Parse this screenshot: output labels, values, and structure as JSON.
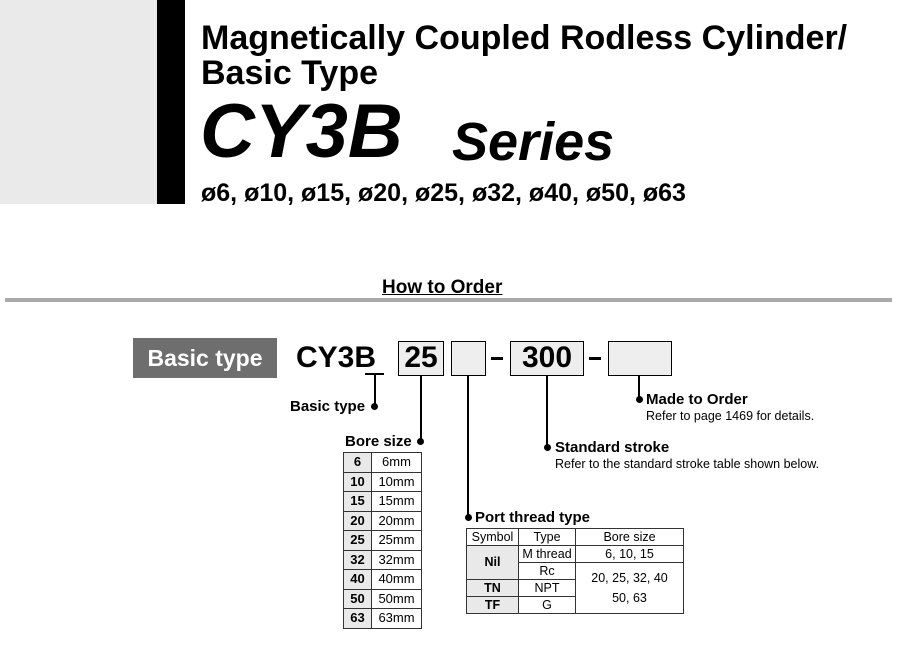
{
  "header": {
    "title_line1": "Magnetically Coupled Rodless Cylinder/",
    "title_line2": "Basic Type",
    "series_code": "CY3B",
    "series_word": "Series",
    "bore_sizes": "ø6, ø10, ø15, ø20, ø25, ø32, ø40, ø50, ø63"
  },
  "how_to_order": {
    "title": "How to Order",
    "badge": "Basic type",
    "model_prefix": "CY3B",
    "bore_example": "25",
    "port_example": "",
    "dash": "-",
    "stroke_example": "300",
    "made_to_order_example": ""
  },
  "callouts": {
    "basic_type": "Basic type",
    "bore_size": "Bore size",
    "port_thread": "Port thread type",
    "standard_stroke": "Standard stroke",
    "standard_stroke_note": "Refer to the standard stroke table shown below.",
    "made_to_order": "Made to Order",
    "made_to_order_note": "Refer to page 1469 for details."
  },
  "bore_table": [
    {
      "code": "6",
      "size": "6mm"
    },
    {
      "code": "10",
      "size": "10mm"
    },
    {
      "code": "15",
      "size": "15mm"
    },
    {
      "code": "20",
      "size": "20mm"
    },
    {
      "code": "25",
      "size": "25mm"
    },
    {
      "code": "32",
      "size": "32mm"
    },
    {
      "code": "40",
      "size": "40mm"
    },
    {
      "code": "50",
      "size": "50mm"
    },
    {
      "code": "63",
      "size": "63mm"
    }
  ],
  "port_table": {
    "headers": [
      "Symbol",
      "Type",
      "Bore size"
    ],
    "nil_symbol": "Nil",
    "m_thread": "M thread",
    "m_thread_bores": "6, 10, 15",
    "rc": "Rc",
    "tn_symbol": "TN",
    "npt": "NPT",
    "tf_symbol": "TF",
    "g": "G",
    "large_bores_line1": "20, 25, 32, 40",
    "large_bores_line2": "50, 63"
  }
}
